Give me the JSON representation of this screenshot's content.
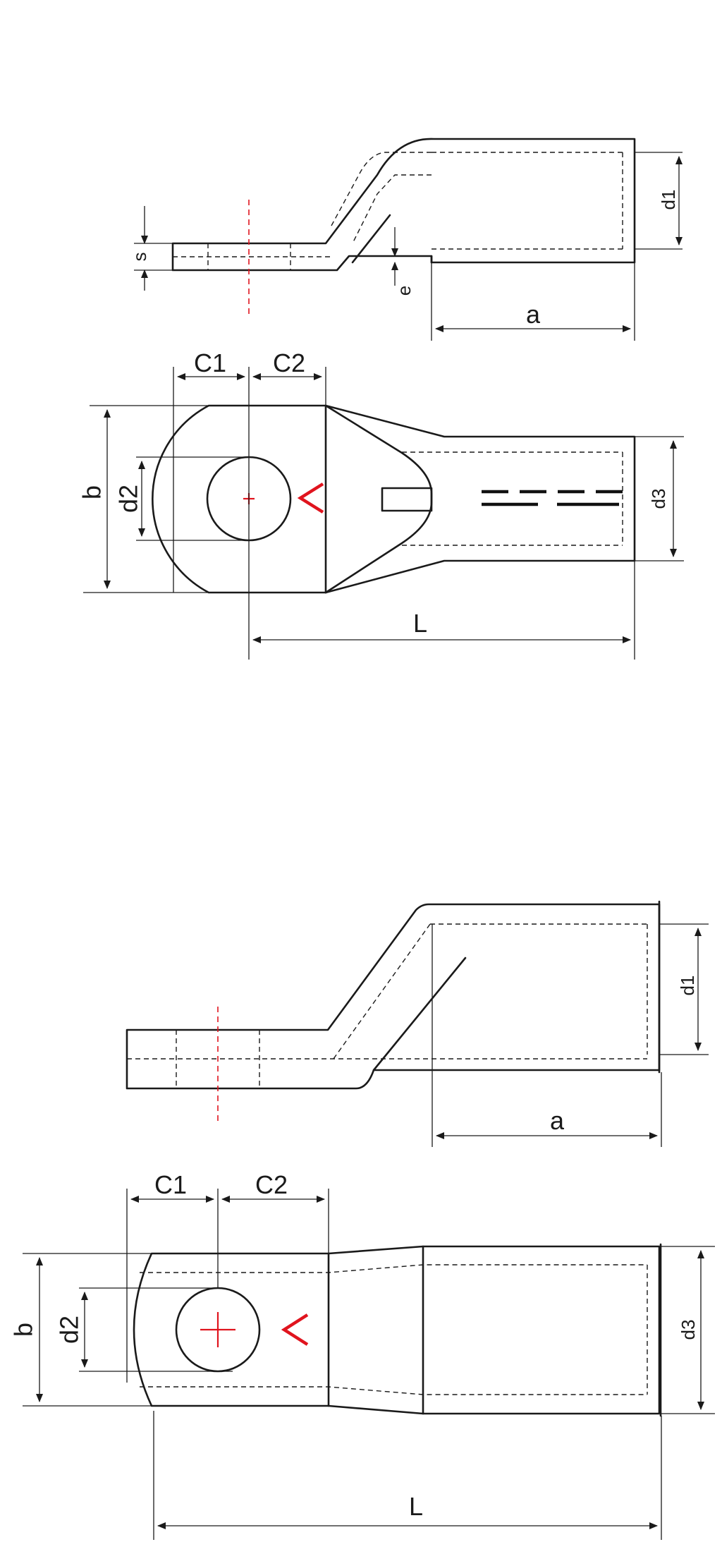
{
  "colors": {
    "line": "#1a1a1a",
    "center_line": "#e0141e",
    "indicator": "#e0141e",
    "background": "#ffffff"
  },
  "diagram1": {
    "side_view": {
      "dim_s": "s",
      "dim_e": "e",
      "dim_d1": "d1",
      "dim_a": "a"
    },
    "top_view": {
      "dim_c1": "C1",
      "dim_c2": "C2",
      "dim_b": "b",
      "dim_d2": "d2",
      "dim_d3": "d3",
      "dim_l": "L"
    }
  },
  "diagram2": {
    "side_view": {
      "dim_d1": "d1",
      "dim_a": "a"
    },
    "top_view": {
      "dim_c1": "C1",
      "dim_c2": "C2",
      "dim_b": "b",
      "dim_d2": "d2",
      "dim_d3": "d3",
      "dim_l": "L"
    }
  }
}
